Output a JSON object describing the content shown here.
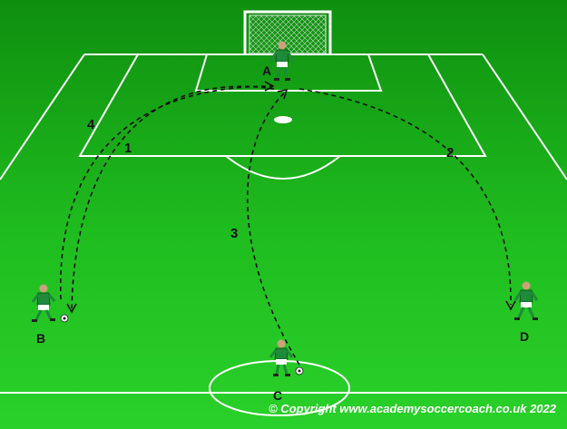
{
  "diagram": {
    "players": [
      {
        "id": "A",
        "label": "A"
      },
      {
        "id": "B",
        "label": "B"
      },
      {
        "id": "C",
        "label": "C"
      },
      {
        "id": "D",
        "label": "D"
      }
    ],
    "passes": [
      {
        "label": "1",
        "from": "A",
        "to": "B"
      },
      {
        "label": "2",
        "from": "A",
        "to": "D"
      },
      {
        "label": "3",
        "from": "C",
        "to": "A"
      },
      {
        "label": "4",
        "from": "B",
        "to": "A"
      }
    ],
    "copyright": "© Copyright www.academysoccercoach.co.uk 2022"
  }
}
